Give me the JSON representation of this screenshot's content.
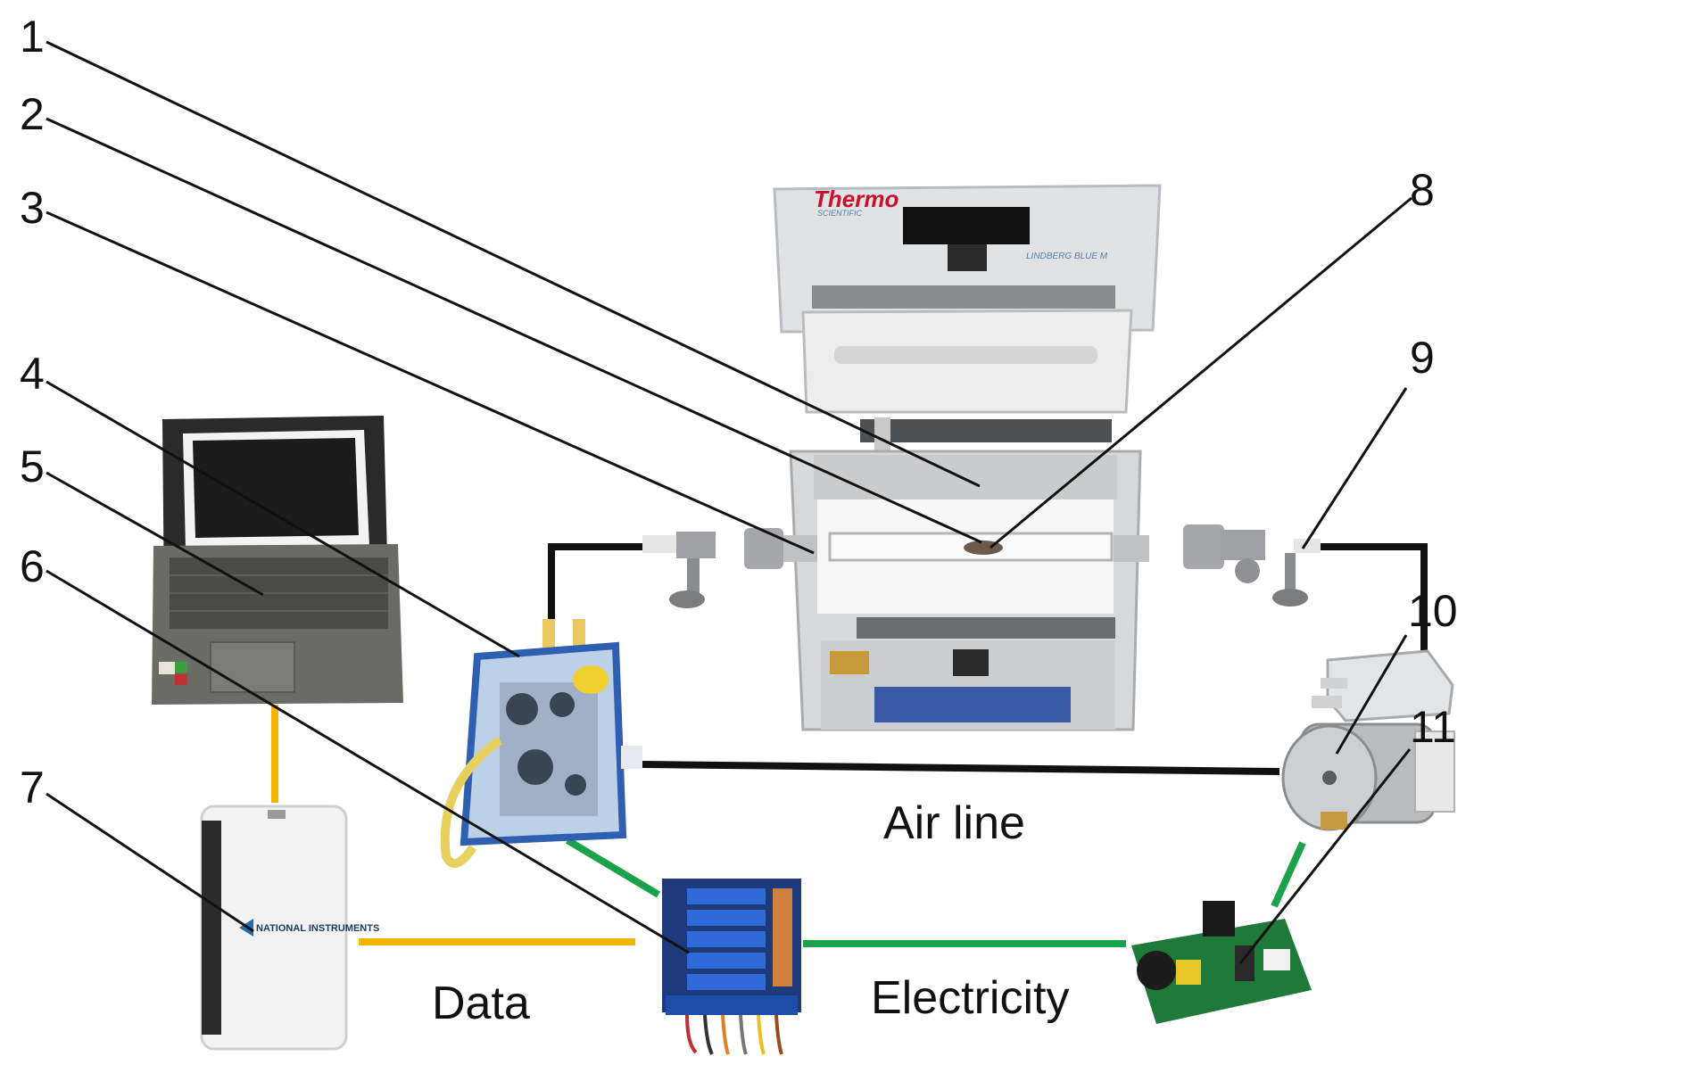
{
  "callouts": [
    "1",
    "2",
    "3",
    "4",
    "5",
    "6",
    "7",
    "8",
    "9",
    "10",
    "11"
  ],
  "connections": {
    "air_line": "Air line",
    "data": "Data",
    "electricity": "Electricity"
  },
  "furnace_branding": {
    "brand": "Thermo",
    "sub": "SCIENTIFIC",
    "model": "LINDBERG BLUE M"
  },
  "daq_branding": {
    "brand": "NATIONAL INSTRUMENTS"
  },
  "colors": {
    "air_line": "#111111",
    "data_line": "#f5b400",
    "electricity_line": "#1aa24a",
    "leader_line": "#111111"
  }
}
